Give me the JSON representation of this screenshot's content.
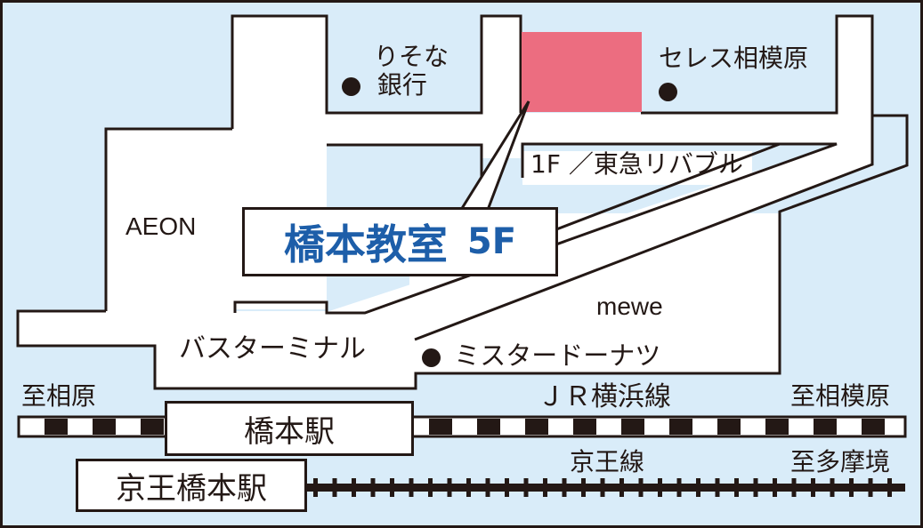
{
  "colors": {
    "background": "#d9ecf9",
    "road": "#ffffff",
    "outline": "#231815",
    "school_building": "#ec6d80",
    "callout_text": "#1d5ea9"
  },
  "map": {
    "school": {
      "name": "橋本教室",
      "floor": "5F",
      "ground_floor_note": "1F ／東急リバブル"
    },
    "landmarks": {
      "resona": {
        "line1": "りそな",
        "line2": "銀行"
      },
      "seres": "セレス相模原",
      "aeon": "AEON",
      "mewe": "mewe",
      "mister_donut": "ミスタードーナツ",
      "bus_terminal": "バスターミナル"
    },
    "jr": {
      "line_name": "ＪＲ横浜線",
      "station": "橋本駅",
      "to_left": "至相原",
      "to_right": "至相模原"
    },
    "keio": {
      "line_name": "京王線",
      "station": "京王橋本駅",
      "to_right": "至多摩境"
    }
  }
}
